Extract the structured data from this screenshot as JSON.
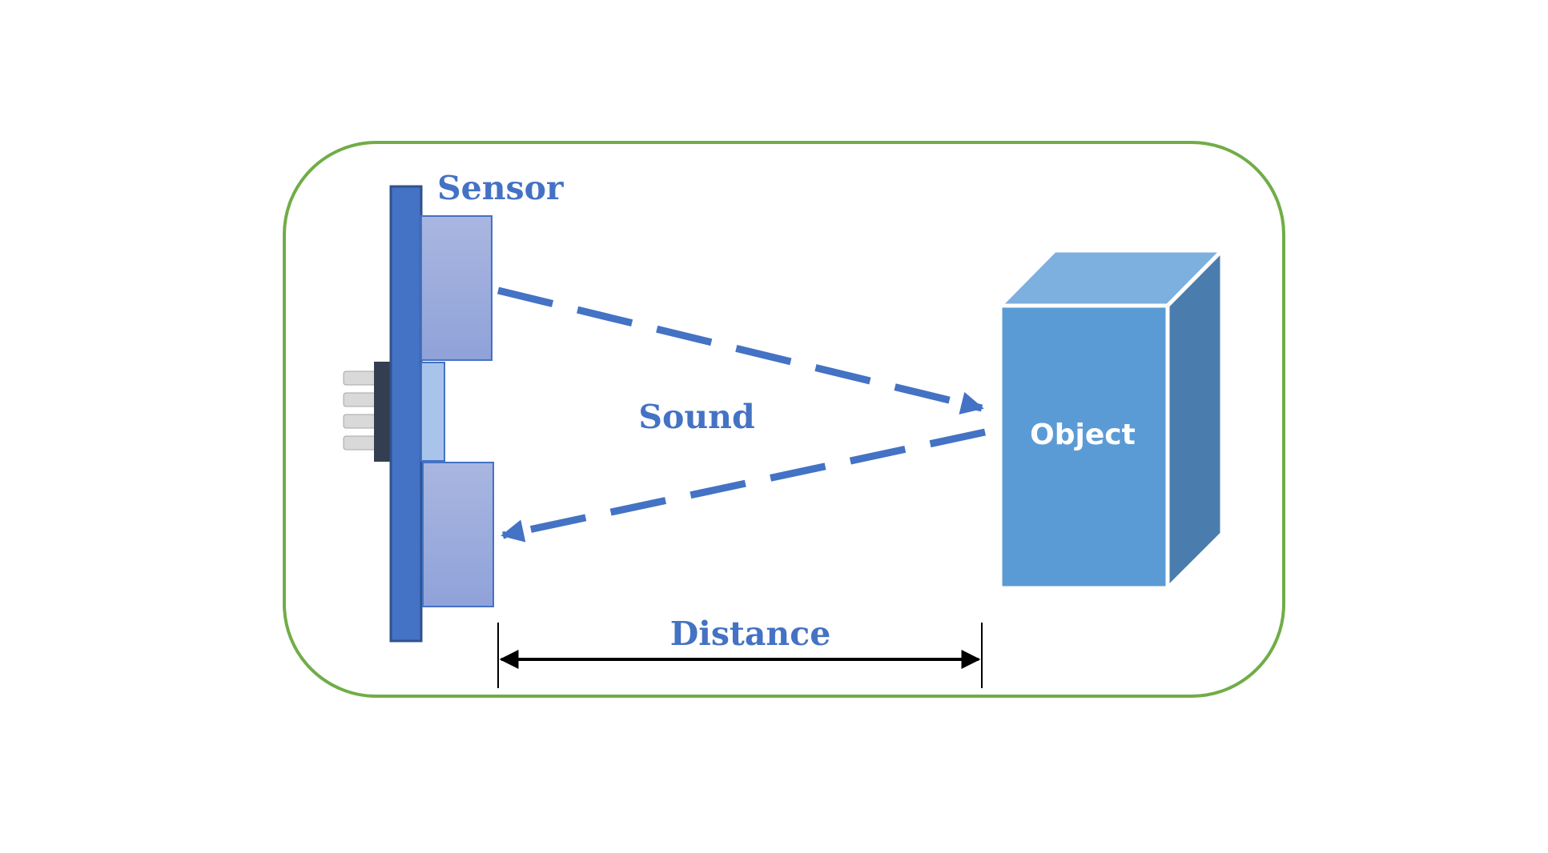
{
  "labels": {
    "sensor": "Sensor",
    "sound": "Sound",
    "object": "Object",
    "distance": "Distance"
  },
  "colors": {
    "frame_border": "#70AD47",
    "label_blue": "#4472C4",
    "sensor_board": "#4472C4",
    "sensor_board_edge": "#2F528F",
    "transducer_fill_top": "#A9B6E0",
    "transducer_fill_bottom": "#8FA2D9",
    "transducer_edge": "#4472C4",
    "oscillator_fill": "#A9C4EB",
    "connector": "#333F50",
    "pin": "#D9D9D9",
    "pin_edge": "#A6A6A6",
    "sound_path": "#4472C4",
    "object_front": "#5B9BD5",
    "object_top": "#7DAFDF",
    "object_side": "#4A7DAE",
    "object_text": "#FFFFFF",
    "dimension_line": "#000000"
  }
}
